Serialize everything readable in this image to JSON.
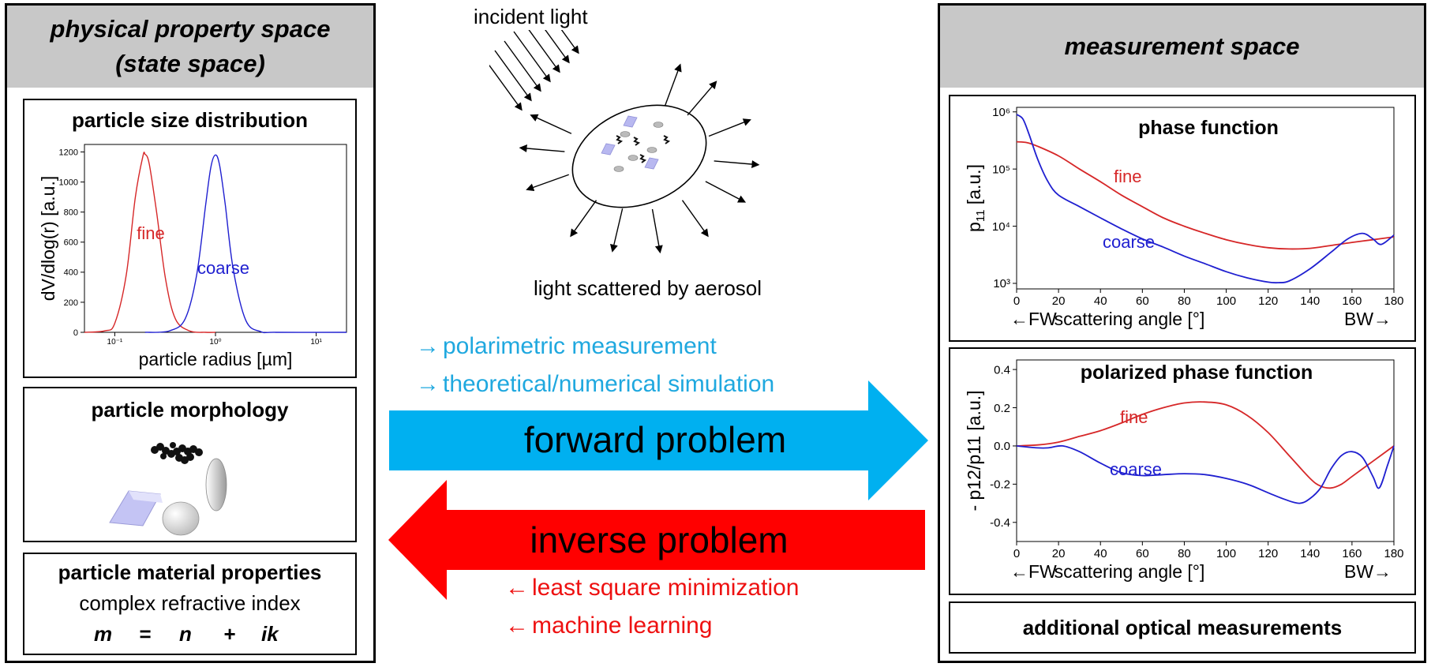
{
  "left_panel": {
    "title_line1": "physical property space",
    "title_line2": "(state space)",
    "psd": {
      "title": "particle size distribution",
      "xlabel": "particle radius [µm]",
      "ylabel": "dV/dlog(r) [a.u.]",
      "label_fine": "fine",
      "label_coarse": "coarse"
    },
    "morphology": {
      "title": "particle  morphology"
    },
    "material": {
      "title": "particle material properties",
      "subtitle": "complex refractive index",
      "eq_m": "m",
      "eq_eq": "=",
      "eq_n": "n",
      "eq_plus": "+",
      "eq_ik": "ik"
    }
  },
  "center": {
    "incident_label": "incident light",
    "scattered_label": "light scattered by aerosol",
    "forward_items": [
      "polarimetric measurement",
      "theoretical/numerical simulation"
    ],
    "forward_label": "forward problem",
    "inverse_label": "inverse problem",
    "inverse_items": [
      "least square minimization",
      "machine learning"
    ],
    "arrow_glyph_right": "→",
    "arrow_glyph_left": "←"
  },
  "right_panel": {
    "title": "measurement space",
    "phase": {
      "title": "phase function",
      "ylabel_main": "p",
      "ylabel_sub": "11",
      "ylabel_unit": " [a.u.]",
      "xlabel": "scattering angle [°]",
      "fw": "←FW",
      "bw": "BW→",
      "label_fine": "fine",
      "label_coarse": "coarse"
    },
    "polarized": {
      "title": "polarized phase function",
      "ylabel": "- p12/p11 [a.u.]",
      "xlabel": "scattering angle [°]",
      "fw": "←FW",
      "bw": "BW→",
      "label_fine": "fine",
      "label_coarse": "coarse"
    },
    "additional": {
      "title": "additional optical measurements"
    }
  },
  "colors": {
    "fine": "#d62728",
    "coarse": "#1f1fd0",
    "forward": "#00b0f0",
    "inverse": "#ff0000",
    "header_gray": "#c8c8c8",
    "particle": "#b8b8f0"
  },
  "chart_data": [
    {
      "type": "line",
      "title": "particle size distribution",
      "xlabel": "particle radius [µm]",
      "ylabel": "dV/dlog(r) [a.u.]",
      "xscale": "log",
      "xlim": [
        0.05,
        20
      ],
      "ylim": [
        0,
        1250
      ],
      "yticks": [
        0,
        200,
        400,
        600,
        800,
        1000,
        1200
      ],
      "xticks": [
        0.1,
        1,
        10
      ],
      "xtick_labels": [
        "10⁻¹",
        "10⁰",
        "10¹"
      ],
      "series": [
        {
          "name": "fine",
          "x": [
            0.05,
            0.08,
            0.1,
            0.13,
            0.16,
            0.19,
            0.2,
            0.22,
            0.26,
            0.32,
            0.4,
            0.55,
            0.8,
            1.0
          ],
          "y": [
            0,
            10,
            60,
            380,
            900,
            1170,
            1185,
            1120,
            800,
            350,
            90,
            10,
            0,
            0
          ]
        },
        {
          "name": "coarse",
          "x": [
            0.2,
            0.35,
            0.5,
            0.65,
            0.8,
            0.9,
            1.0,
            1.1,
            1.25,
            1.5,
            2.0,
            2.8,
            4.0,
            20
          ],
          "y": [
            0,
            10,
            90,
            380,
            850,
            1100,
            1180,
            1110,
            850,
            420,
            80,
            5,
            0,
            0
          ]
        }
      ]
    },
    {
      "type": "line",
      "title": "phase function",
      "xlabel": "scattering angle [°]",
      "ylabel": "p11 [a.u.]",
      "yscale": "log",
      "xlim": [
        0,
        180
      ],
      "ylim": [
        800,
        1200000
      ],
      "xticks": [
        0,
        20,
        40,
        60,
        80,
        100,
        120,
        140,
        160,
        180
      ],
      "yticks": [
        1000,
        10000,
        100000,
        1000000
      ],
      "ytick_labels": [
        "10³",
        "10⁴",
        "10⁵",
        "10⁶"
      ],
      "series": [
        {
          "name": "fine",
          "x": [
            0,
            5,
            10,
            20,
            30,
            40,
            50,
            60,
            70,
            80,
            90,
            100,
            110,
            120,
            130,
            140,
            150,
            160,
            170,
            180
          ],
          "y": [
            300000,
            290000,
            250000,
            170000,
            100000,
            60000,
            35000,
            22000,
            14000,
            10000,
            7500,
            5800,
            4800,
            4200,
            4000,
            4100,
            4600,
            5200,
            5800,
            6500
          ]
        },
        {
          "name": "coarse",
          "x": [
            0,
            3,
            6,
            10,
            15,
            20,
            30,
            40,
            50,
            60,
            70,
            80,
            90,
            100,
            110,
            120,
            125,
            130,
            140,
            150,
            158,
            165,
            170,
            174,
            180
          ],
          "y": [
            900000,
            750000,
            400000,
            150000,
            60000,
            35000,
            22000,
            14000,
            9000,
            6000,
            4300,
            3000,
            2200,
            1600,
            1250,
            1050,
            1030,
            1100,
            1800,
            3500,
            6000,
            7500,
            6000,
            4800,
            7000
          ]
        }
      ]
    },
    {
      "type": "line",
      "title": "polarized phase function",
      "xlabel": "scattering angle [°]",
      "ylabel": "- p12/p11 [a.u.]",
      "xlim": [
        0,
        180
      ],
      "ylim": [
        -0.5,
        0.45
      ],
      "xticks": [
        0,
        20,
        40,
        60,
        80,
        100,
        120,
        140,
        160,
        180
      ],
      "yticks": [
        -0.4,
        -0.2,
        0.0,
        0.2,
        0.4
      ],
      "ytick_labels": [
        "-0.4",
        "-0.2",
        "0.0",
        "0.2",
        "0.4"
      ],
      "series": [
        {
          "name": "fine",
          "x": [
            0,
            10,
            20,
            30,
            40,
            50,
            60,
            70,
            80,
            90,
            100,
            110,
            120,
            130,
            140,
            145,
            150,
            155,
            160,
            170,
            180
          ],
          "y": [
            0,
            0.005,
            0.02,
            0.05,
            0.08,
            0.12,
            0.165,
            0.2,
            0.225,
            0.23,
            0.215,
            0.16,
            0.07,
            -0.05,
            -0.17,
            -0.21,
            -0.22,
            -0.2,
            -0.16,
            -0.08,
            0
          ]
        },
        {
          "name": "coarse",
          "x": [
            0,
            10,
            15,
            22,
            30,
            40,
            50,
            60,
            70,
            80,
            90,
            100,
            110,
            120,
            128,
            135,
            140,
            145,
            150,
            155,
            160,
            165,
            170,
            173,
            177,
            180
          ],
          "y": [
            0,
            -0.01,
            -0.01,
            0,
            -0.03,
            -0.09,
            -0.14,
            -0.155,
            -0.15,
            -0.145,
            -0.15,
            -0.17,
            -0.2,
            -0.245,
            -0.28,
            -0.3,
            -0.275,
            -0.22,
            -0.12,
            -0.05,
            -0.03,
            -0.06,
            -0.16,
            -0.22,
            -0.1,
            0
          ]
        }
      ]
    }
  ]
}
